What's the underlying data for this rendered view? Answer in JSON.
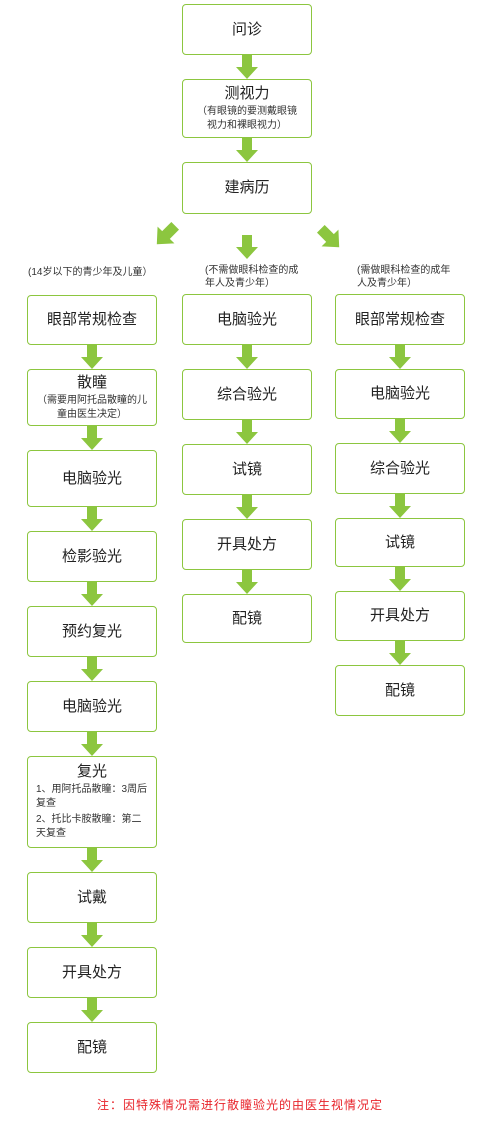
{
  "top": {
    "wenzhen": "问诊",
    "cesili": "测视力",
    "cesili_note": "（有眼镜的要测戴眼镜视力和裸眼视力）",
    "jianbingli": "建病历"
  },
  "branches": {
    "left_label": "(14岁以下的青少年及儿童）",
    "mid_label": "(不需做眼科检查的成年人及青少年）",
    "right_label": "(需做眼科检查的成年人及青少年）"
  },
  "left": {
    "yanbu": "眼部常规检查",
    "santong": "散瞳",
    "santong_note": "（需要用阿托品散瞳的儿童由医生决定）",
    "diannao": "电脑验光",
    "jianying": "检影验光",
    "yuyue": "预约复光",
    "diannao2": "电脑验光",
    "fuguang": "复光",
    "fuguang_note1": "1、用阿托品散瞳：3周后复查",
    "fuguang_note2": "2、托比卡胺散瞳：第二天复查",
    "shidai": "试戴",
    "kaiju": "开具处方",
    "peijing": "配镜"
  },
  "mid": {
    "diannao": "电脑验光",
    "zonghe": "综合验光",
    "shijing": "试镜",
    "kaiju": "开具处方",
    "peijing": "配镜"
  },
  "right": {
    "yanbu": "眼部常规检查",
    "diannao": "电脑验光",
    "zonghe": "综合验光",
    "shijing": "试镜",
    "kaiju": "开具处方",
    "peijing": "配镜"
  },
  "footnote": "注：因特殊情况需进行散瞳验光的由医生视情况定",
  "colors": {
    "arrow": "#8cc63f",
    "border": "#8cc63f",
    "note": "#e8232a"
  }
}
